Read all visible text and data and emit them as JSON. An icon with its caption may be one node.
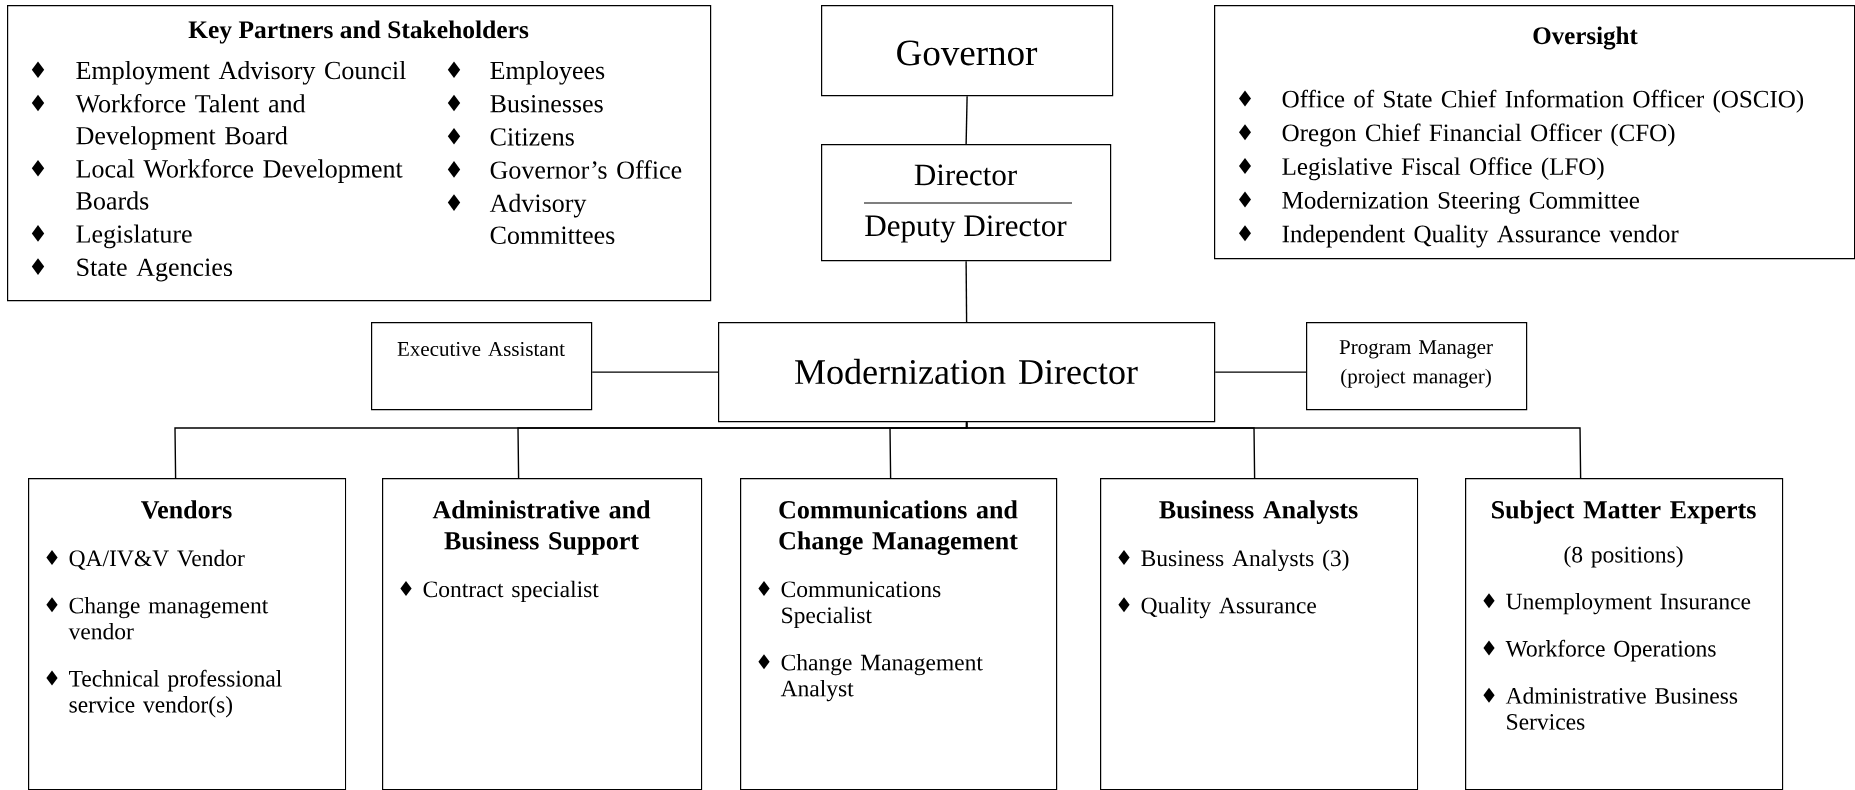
{
  "diagram": {
    "nodes": [
      {
        "text": [
          "Key Partners and Stakeholders",
          "Employment Advisory Council",
          "Workforce Talent and Development Board",
          "Local Workforce Development Boards",
          "Legislature",
          "State Agencies",
          "Employees",
          "Businesses",
          "Citizens",
          "Governor’s Office",
          "Advisory Committees"
        ]
      },
      {
        "text": [
          "Governor"
        ]
      },
      {
        "text": [
          "Director",
          "Deputy Director"
        ]
      },
      {
        "text": [
          "Oversight",
          "Office of State Chief Information Officer (OSCIO)",
          "Oregon Chief Financial Officer (CFO)",
          "Legislative Fiscal Office (LFO)",
          "Modernization Steering Committee",
          "Independent Quality Assurance vendor"
        ]
      },
      {
        "text": [
          "Executive Assistant"
        ]
      },
      {
        "text": [
          "Modernization Director"
        ]
      },
      {
        "text": [
          "Program Manager (project manager)"
        ]
      },
      {
        "text": [
          "Vendors",
          "QA/IV&V Vendor",
          "Change management vendor",
          "Technical professional service vendor(s)"
        ]
      },
      {
        "text": [
          "Administrative and Business Support",
          "Contract specialist"
        ]
      },
      {
        "text": [
          "Communications and Change Management",
          "Communications Specialist",
          "Change Management Analyst"
        ]
      },
      {
        "text": [
          "Business Analysts",
          "Business Analysts (3)",
          "Quality Assurance"
        ]
      },
      {
        "text": [
          "Subject Matter Experts",
          "(8 positions)",
          "Unemployment Insurance",
          "Workforce Operations",
          "Administrative Business Services"
        ]
      }
    ],
    "edges": [
      {
        "from": 1,
        "to": 2,
        "arrow": "none"
      },
      {
        "from": 2,
        "to": 5,
        "arrow": "none"
      },
      {
        "from": 4,
        "to": 5,
        "arrow": "none"
      },
      {
        "from": 5,
        "to": 6,
        "arrow": "none"
      },
      {
        "from": 5,
        "to": 7,
        "arrow": "none"
      },
      {
        "from": 5,
        "to": 8,
        "arrow": "none"
      },
      {
        "from": 5,
        "to": 9,
        "arrow": "none"
      },
      {
        "from": 5,
        "to": 10,
        "arrow": "none"
      },
      {
        "from": 5,
        "to": 11,
        "arrow": "none"
      }
    ]
  }
}
